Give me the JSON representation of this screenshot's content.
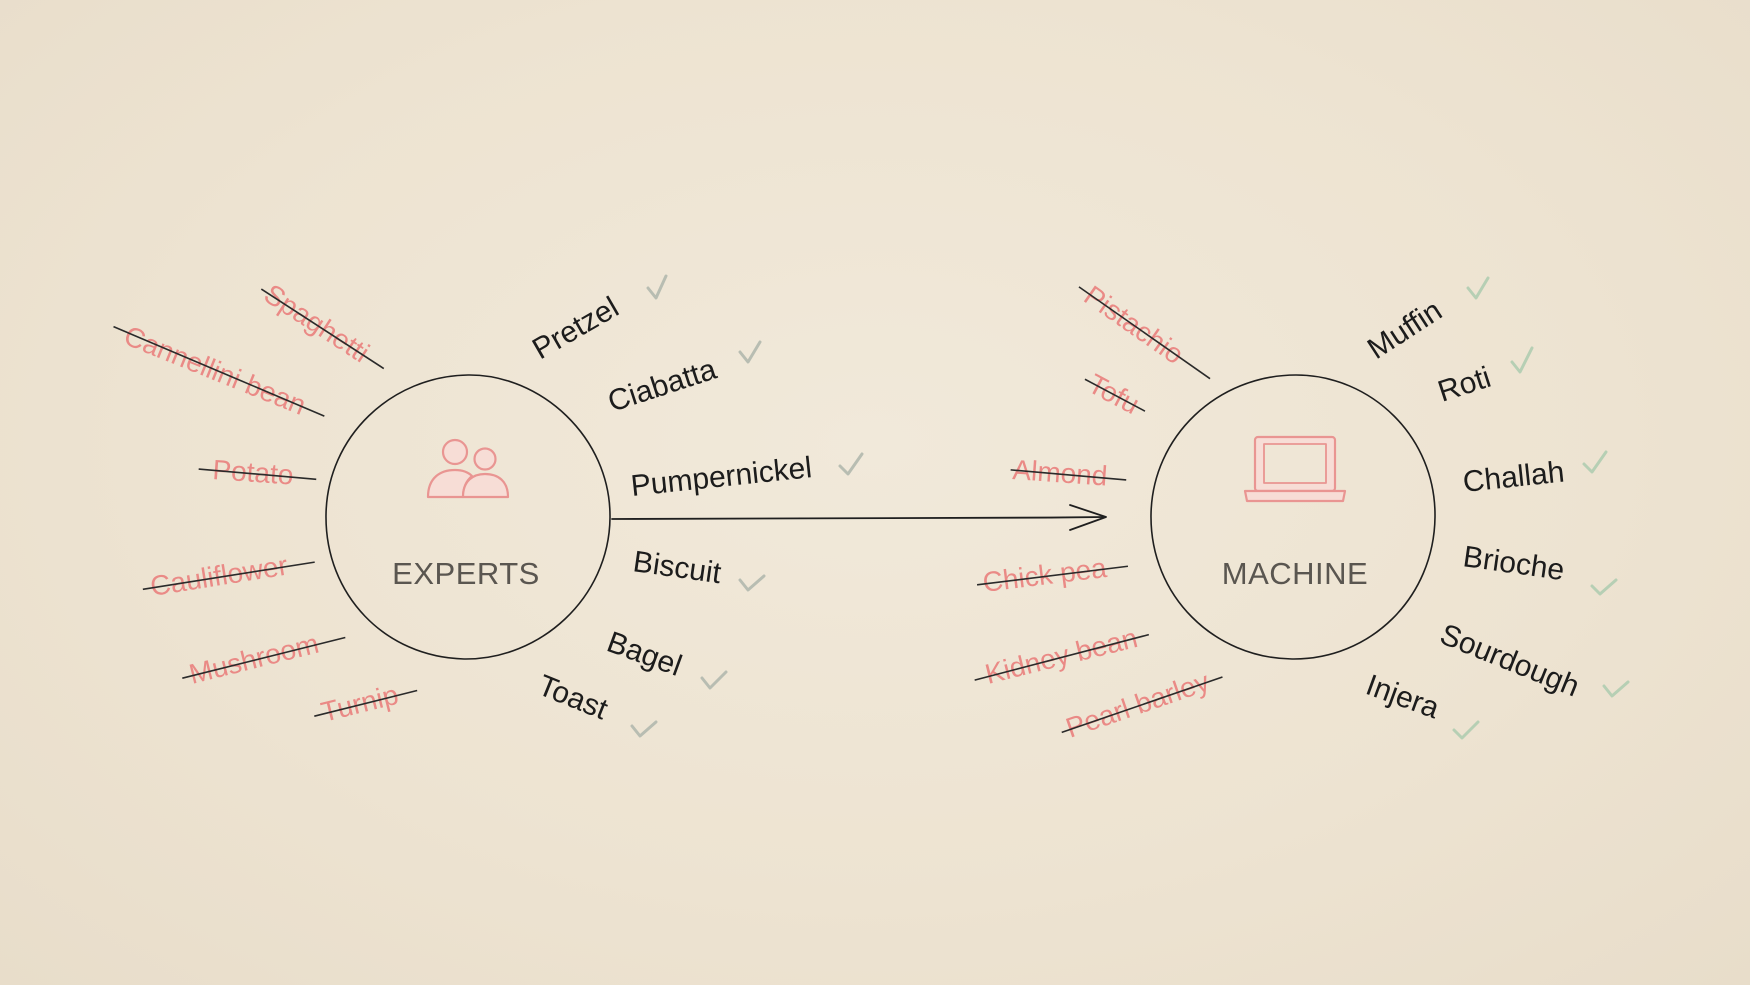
{
  "colors": {
    "accepted_text": "#1c1c1c",
    "rejected_text": "#ea8a86",
    "check": "#b8bdb2",
    "check_machine": "#b6cfb4",
    "strike": "#2a2a2a",
    "icon": "#e99592",
    "line": "#1f1f1f"
  },
  "experts": {
    "label": "EXPERTS",
    "icon": "people-icon",
    "accepted": [
      "Pretzel",
      "Ciabatta",
      "Pumpernickel",
      "Biscuit",
      "Bagel",
      "Toast"
    ],
    "rejected": [
      "Spaghetti",
      "Cannellini bean",
      "Potato",
      "Cauliflower",
      "Mushroom",
      "Turnip"
    ]
  },
  "machine": {
    "label": "MACHINE",
    "icon": "laptop-icon",
    "accepted": [
      "Muffin",
      "Roti",
      "Challah",
      "Brioche",
      "Sourdough",
      "Injera"
    ],
    "rejected": [
      "Pistachio",
      "Tofu",
      "Almond",
      "Chick pea",
      "Kidney bean",
      "Pearl barley"
    ]
  }
}
